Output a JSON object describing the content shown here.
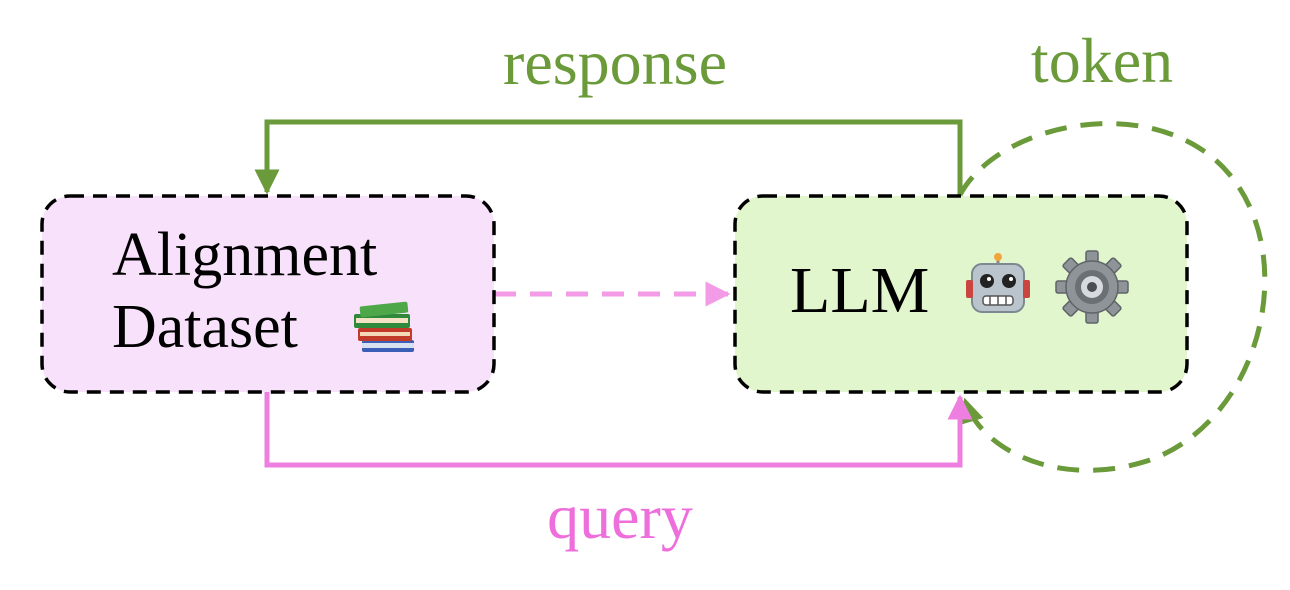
{
  "nodes": {
    "dataset": {
      "line1": "Alignment",
      "line2": "Dataset",
      "icon": "books-icon",
      "fill": "#f8e1fb"
    },
    "llm": {
      "label": "LLM",
      "icons": [
        "robot-icon",
        "gear-icon"
      ],
      "fill": "#e2f6cd"
    }
  },
  "edges": {
    "response": {
      "label": "response",
      "color": "#6a9a3a"
    },
    "token": {
      "label": "token",
      "color": "#6a9a3a"
    },
    "query": {
      "label": "query",
      "color": "#ee7fe0"
    },
    "dataset_to_llm": {
      "color": "#f39be6"
    }
  }
}
